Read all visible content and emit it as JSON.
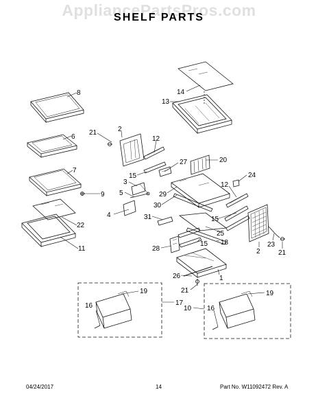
{
  "watermark": "AppliancePartsPros.com",
  "title": "SHELF  PARTS",
  "footer": {
    "date": "04/24/2017",
    "page": "14",
    "part_number": "Part No. W11092472  Rev. A"
  },
  "callouts": {
    "c8": "8",
    "c6": "6",
    "c7": "7",
    "c9": "9",
    "c22": "22",
    "c11": "11",
    "c14": "14",
    "c13": "13",
    "c21a": "21",
    "c2a": "2",
    "c12a": "12",
    "c27": "27",
    "c20": "20",
    "c15a": "15",
    "c3": "3",
    "c5": "5",
    "c4": "4",
    "c29": "29",
    "c30": "30",
    "c24": "24",
    "c12b": "12",
    "c31": "31",
    "c15b": "15",
    "c25": "25",
    "c18": "18",
    "c28": "28",
    "c15c": "15",
    "c2b": "2",
    "c23": "23",
    "c21b": "21",
    "c26": "26",
    "c1": "1",
    "c21c": "21",
    "c19a": "19",
    "c16a": "16",
    "c17": "17",
    "c10": "10",
    "c16b": "16",
    "c19b": "19"
  }
}
